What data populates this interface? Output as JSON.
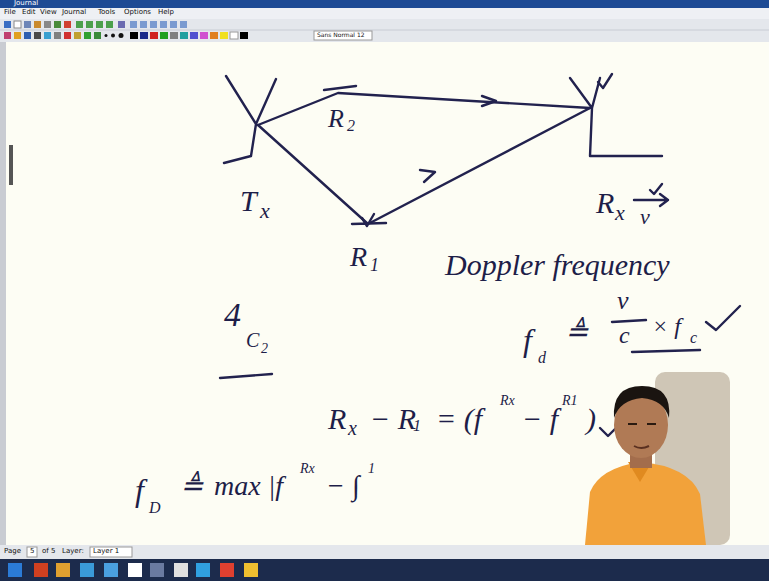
{
  "diagram": {
    "labels": [
      "Journal",
      "File",
      "Edit",
      "View",
      "Journal",
      "Tools",
      "Options",
      "Help",
      "Sans Normal 12",
      "Page",
      "5",
      "of 5",
      "Layer:",
      "Layer 1",
      "T",
      "x",
      "R",
      "x",
      "v",
      "R",
      "1",
      "R",
      "2",
      "Doppler frequency",
      "4",
      "C",
      "2",
      "f",
      "d",
      "≜",
      "v",
      "c",
      "× f",
      "c",
      "R",
      "x",
      "− R",
      "1",
      "= (f",
      "Rx",
      "− f",
      "R1",
      ")",
      "f",
      "D",
      "≜",
      "max |f",
      "Rx",
      "− ∫",
      "1"
    ]
  }
}
